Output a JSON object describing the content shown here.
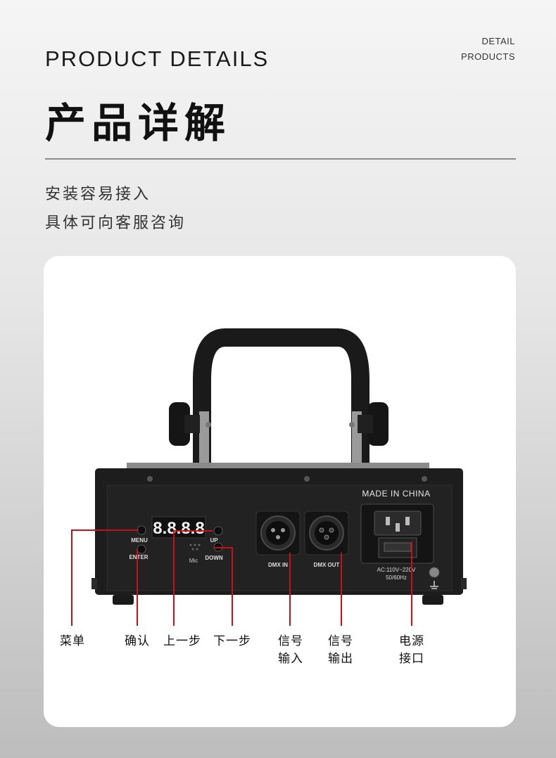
{
  "header": {
    "title_en": "PRODUCT DETAILS",
    "corner_line1": "DETAIL",
    "corner_line2": "PRODUCTS",
    "title_cn": "产品详解"
  },
  "subtitle": {
    "line1": "安装容易接入",
    "line2": "具体可向客服咨询"
  },
  "device": {
    "made_in": "MADE IN CHINA",
    "display": "8.8.8.8",
    "menu": "MENU",
    "enter": "ENTER",
    "up": "UP",
    "down": "DOWN",
    "mic": "Mic",
    "dmx_in": "DMX IN",
    "dmx_out": "DMX OUT",
    "voltage": "AC:110V~220V",
    "frequency": "50/60Hz"
  },
  "labels": {
    "menu": "菜单",
    "confirm": "确认",
    "prev_1": "上一步",
    "next_1": "下一步",
    "signal_in_1": "信号",
    "signal_in_2": "输入",
    "signal_out_1": "信号",
    "signal_out_2": "输出",
    "power_1": "电源",
    "power_2": "接口"
  },
  "colors": {
    "callout_line": "#c8101a",
    "device_body": "#1d1d1d"
  }
}
